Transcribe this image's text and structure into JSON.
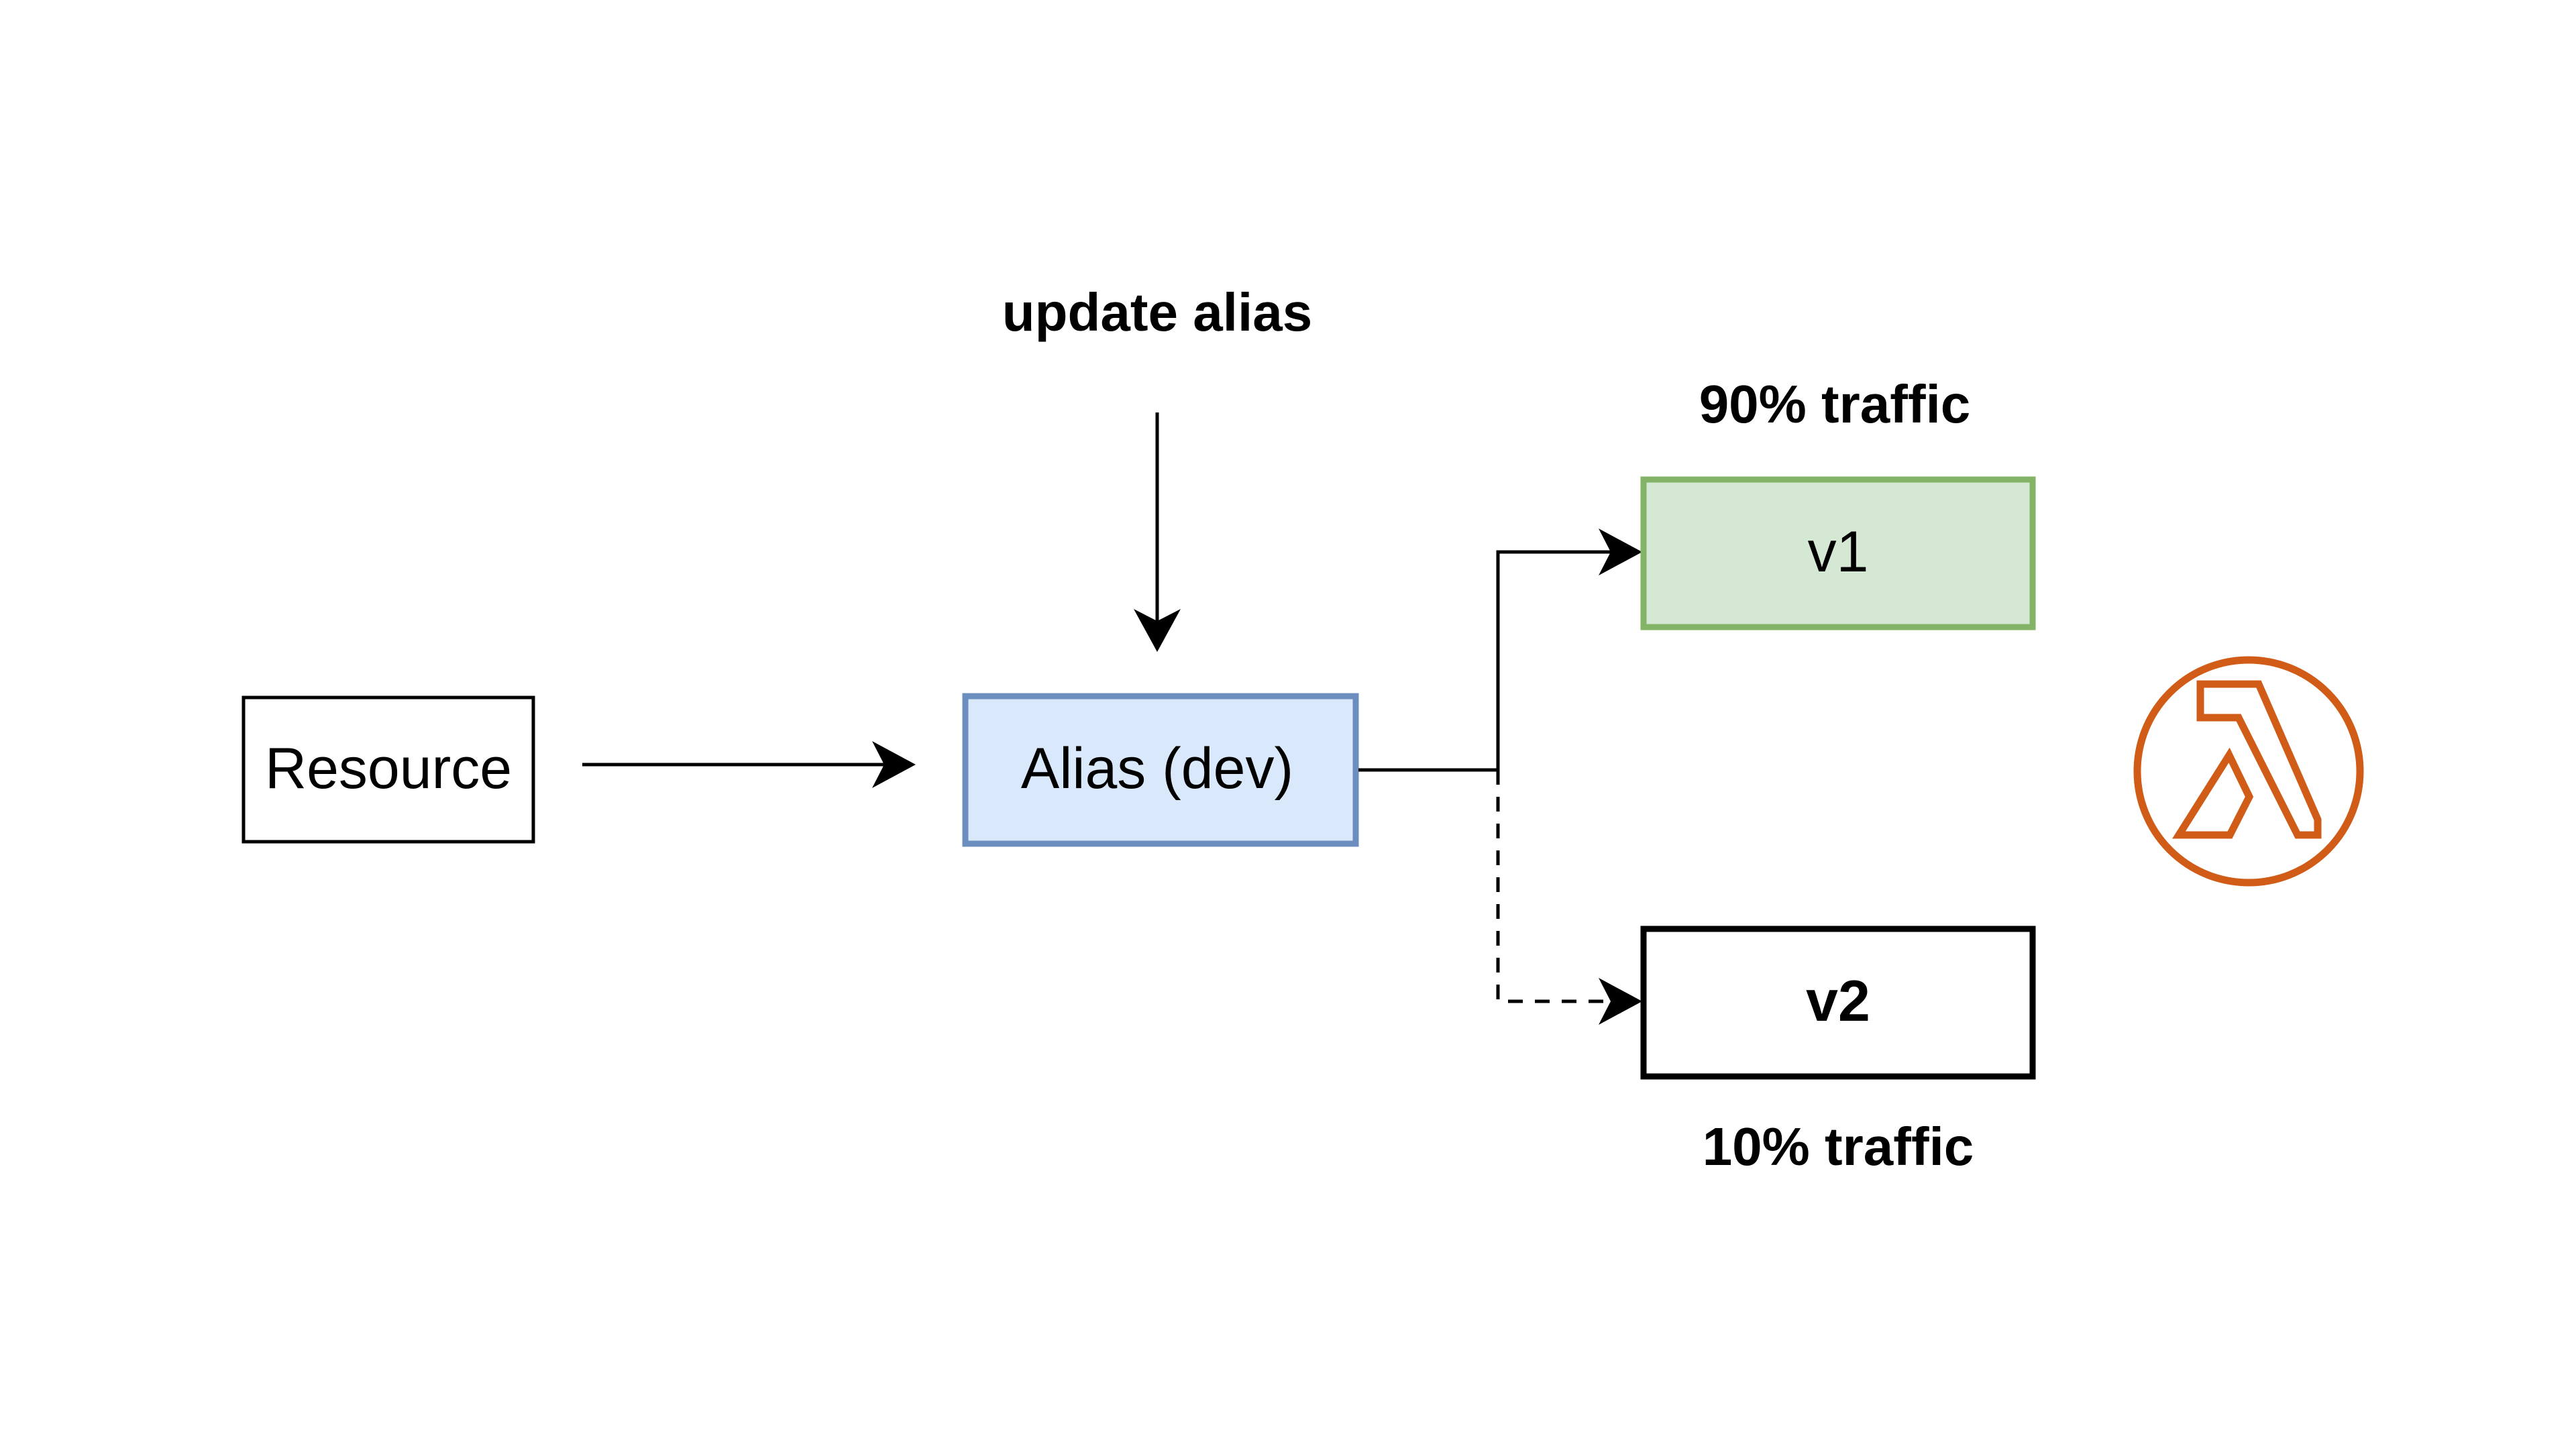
{
  "diagram": {
    "nodes": {
      "resource": {
        "label": "Resource"
      },
      "alias": {
        "label": "Alias (dev)"
      },
      "v1": {
        "label": "v1"
      },
      "v2": {
        "label": "v2"
      }
    },
    "labels": {
      "update_alias": "update alias",
      "v1_traffic": "90% traffic",
      "v2_traffic": "10% traffic"
    },
    "edges": [
      {
        "from": "resource",
        "to": "alias",
        "style": "solid"
      },
      {
        "from": "update alias",
        "to": "alias",
        "style": "solid"
      },
      {
        "from": "alias",
        "to": "v1",
        "style": "solid"
      },
      {
        "from": "alias",
        "to": "v2",
        "style": "dashed"
      }
    ],
    "icons": {
      "lambda": "aws-lambda-icon"
    },
    "colors": {
      "alias_fill": "#dae8fc",
      "alias_stroke": "#6c8ebf",
      "v1_fill": "#d5e8d4",
      "v1_stroke": "#82b366",
      "lambda_orange": "#d05c17",
      "line": "#000000"
    }
  }
}
